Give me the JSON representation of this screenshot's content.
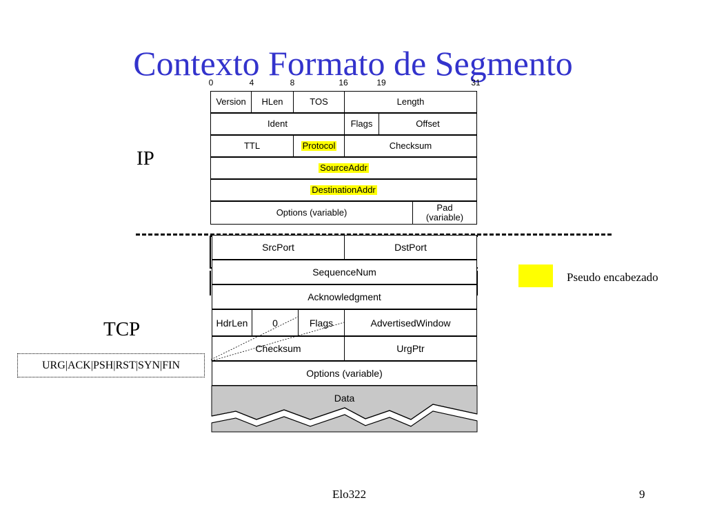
{
  "slide": {
    "title": "Contexto Formato de Segmento",
    "footer_center": "Elo322",
    "footer_page": "9"
  },
  "bit_positions": [
    "0",
    "4",
    "8",
    "16",
    "19",
    "31"
  ],
  "ip_section": {
    "label": "IP",
    "rows": [
      [
        "Version",
        "HLen",
        "TOS",
        "Length"
      ],
      [
        "Ident",
        "Flags",
        "Offset"
      ],
      [
        "TTL",
        "Protocol",
        "Checksum"
      ],
      [
        "SourceAddr"
      ],
      [
        "DestinationAddr"
      ],
      [
        "Options (variable)",
        "Pad (variable)"
      ]
    ]
  },
  "tcp_section": {
    "label": "TCP",
    "rows": [
      [
        "SrcPort",
        "DstPort"
      ],
      [
        "SequenceNum"
      ],
      [
        "Acknowledgment"
      ],
      [
        "HdrLen",
        "0",
        "Flags",
        "AdvertisedWindow"
      ],
      [
        "Checksum",
        "UrgPtr"
      ],
      [
        "Options (variable)"
      ],
      [
        "Data"
      ]
    ],
    "flags_callout": "URG|ACK|PSH|RST|SYN|FIN"
  },
  "legend": {
    "label": "Pseudo encabezado",
    "color": "#ffff00"
  },
  "colors": {
    "title": "#3333cc",
    "highlight": "#ffff00",
    "data_fill": "#c8c8c8"
  }
}
